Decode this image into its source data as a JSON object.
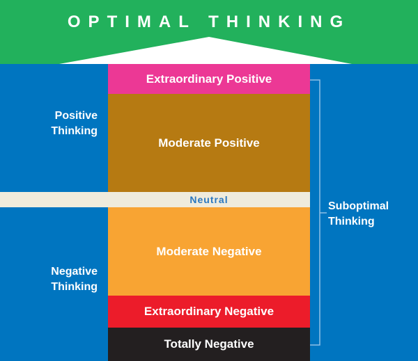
{
  "title": "OPTIMAL THINKING",
  "levels": {
    "extraordinary_positive": "Extraordinary Positive",
    "moderate_positive": "Moderate Positive",
    "neutral": "Neutral",
    "moderate_negative": "Moderate Negative",
    "extraordinary_negative": "Extraordinary Negative",
    "totally_negative": "Totally Negative"
  },
  "side_labels": {
    "positive": [
      "Positive",
      "Thinking"
    ],
    "negative": [
      "Negative",
      "Thinking"
    ],
    "suboptimal": [
      "Suboptimal",
      "Thinking"
    ]
  },
  "colors": {
    "optimal": "#22b15c",
    "background": "#0075c0",
    "extraordinary_positive": "#ec3895",
    "moderate_positive": "#b67a12",
    "neutral": "#efebdc",
    "moderate_negative": "#f8a433",
    "extraordinary_negative": "#ec1c2a",
    "totally_negative": "#231f20"
  }
}
